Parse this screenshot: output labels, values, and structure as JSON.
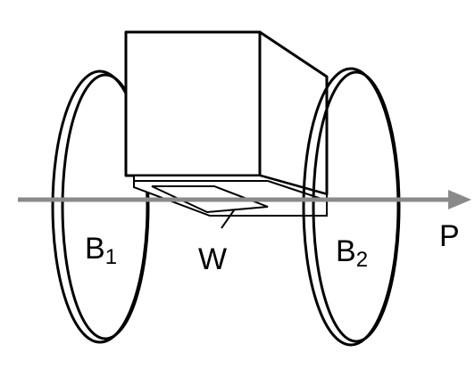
{
  "labels": {
    "b1": "B",
    "b1_sub": "1",
    "b2": "B",
    "b2_sub": "2",
    "w": "W",
    "p": "P"
  },
  "colors": {
    "stroke": "#000000",
    "beam": "#8a8a8a",
    "background": "#ffffff"
  },
  "icons": {
    "beam_arrow": "right-arrow"
  }
}
